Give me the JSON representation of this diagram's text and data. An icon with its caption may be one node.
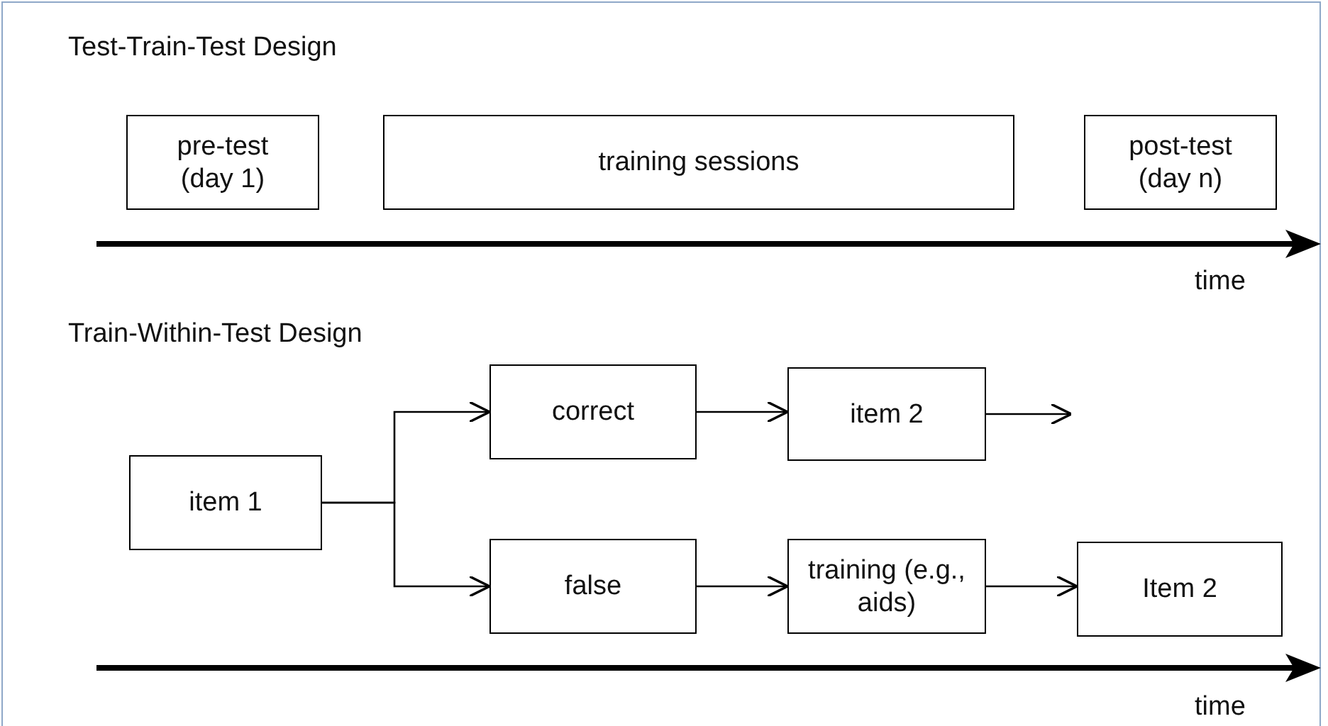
{
  "diagram": {
    "nodes": [
      {
        "text": [
          "pre-test (day 1)"
        ]
      },
      {
        "text": [
          "training sessions"
        ]
      },
      {
        "text": [
          "post-test (day n)"
        ]
      },
      {
        "text": [
          "item 1"
        ]
      },
      {
        "text": [
          "correct"
        ]
      },
      {
        "text": [
          "item 2"
        ]
      },
      {
        "text": [
          "false"
        ]
      },
      {
        "text": [
          "training (e.g., aids)"
        ]
      },
      {
        "text": [
          "Item 2"
        ]
      }
    ],
    "edges": [
      {
        "from": 3,
        "to": 4,
        "arrow": "to"
      },
      {
        "from": 3,
        "to": 6,
        "arrow": "to"
      },
      {
        "from": 4,
        "to": 5,
        "arrow": "to"
      },
      {
        "from": 5,
        "to": null,
        "arrow": "to"
      },
      {
        "from": 6,
        "to": 7,
        "arrow": "to"
      },
      {
        "from": 7,
        "to": 8,
        "arrow": "to"
      }
    ],
    "labels": [
      "Test-Train-Test Design",
      "time",
      "Train-Within-Test Design",
      "time"
    ]
  }
}
